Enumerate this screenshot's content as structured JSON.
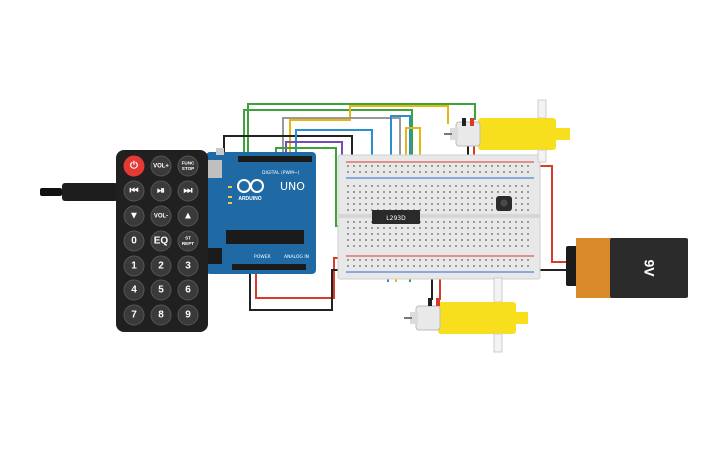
{
  "remote": {
    "buttons": [
      {
        "label": "⏻"
      },
      {
        "label": "VOL+"
      },
      {
        "label": "FUNC/STOP"
      },
      {
        "label": "⏮"
      },
      {
        "label": "⏯"
      },
      {
        "label": "⏭"
      },
      {
        "label": "▼"
      },
      {
        "label": "VOL-"
      },
      {
        "label": "▲"
      },
      {
        "label": "0"
      },
      {
        "label": "EQ"
      },
      {
        "label": "ST/REPT"
      },
      {
        "label": "1"
      },
      {
        "label": "2"
      },
      {
        "label": "3"
      },
      {
        "label": "4"
      },
      {
        "label": "5"
      },
      {
        "label": "6"
      },
      {
        "label": "7"
      },
      {
        "label": "8"
      },
      {
        "label": "9"
      }
    ]
  },
  "arduino": {
    "brand": "ARDUINO",
    "model": "UNO",
    "digital_label": "DIGITAL (PWM~)",
    "power_label": "POWER",
    "analog_label": "ANALOG IN"
  },
  "ic": {
    "label": "L293D"
  },
  "battery": {
    "label": "9V"
  },
  "colors": {
    "arduino_blue": "#1f6aa5",
    "breadboard": "#e8e8e8",
    "motor_yellow": "#f7df1e",
    "battery_orange": "#d98a2b",
    "battery_black": "#2b2b2b",
    "wire_green": "#3fa33c",
    "wire_red": "#d93b2b",
    "wire_black": "#222222",
    "wire_blue": "#2a8fd1",
    "wire_yellow": "#e5b811",
    "wire_purple": "#7a4ab5",
    "wire_gray": "#999999"
  }
}
